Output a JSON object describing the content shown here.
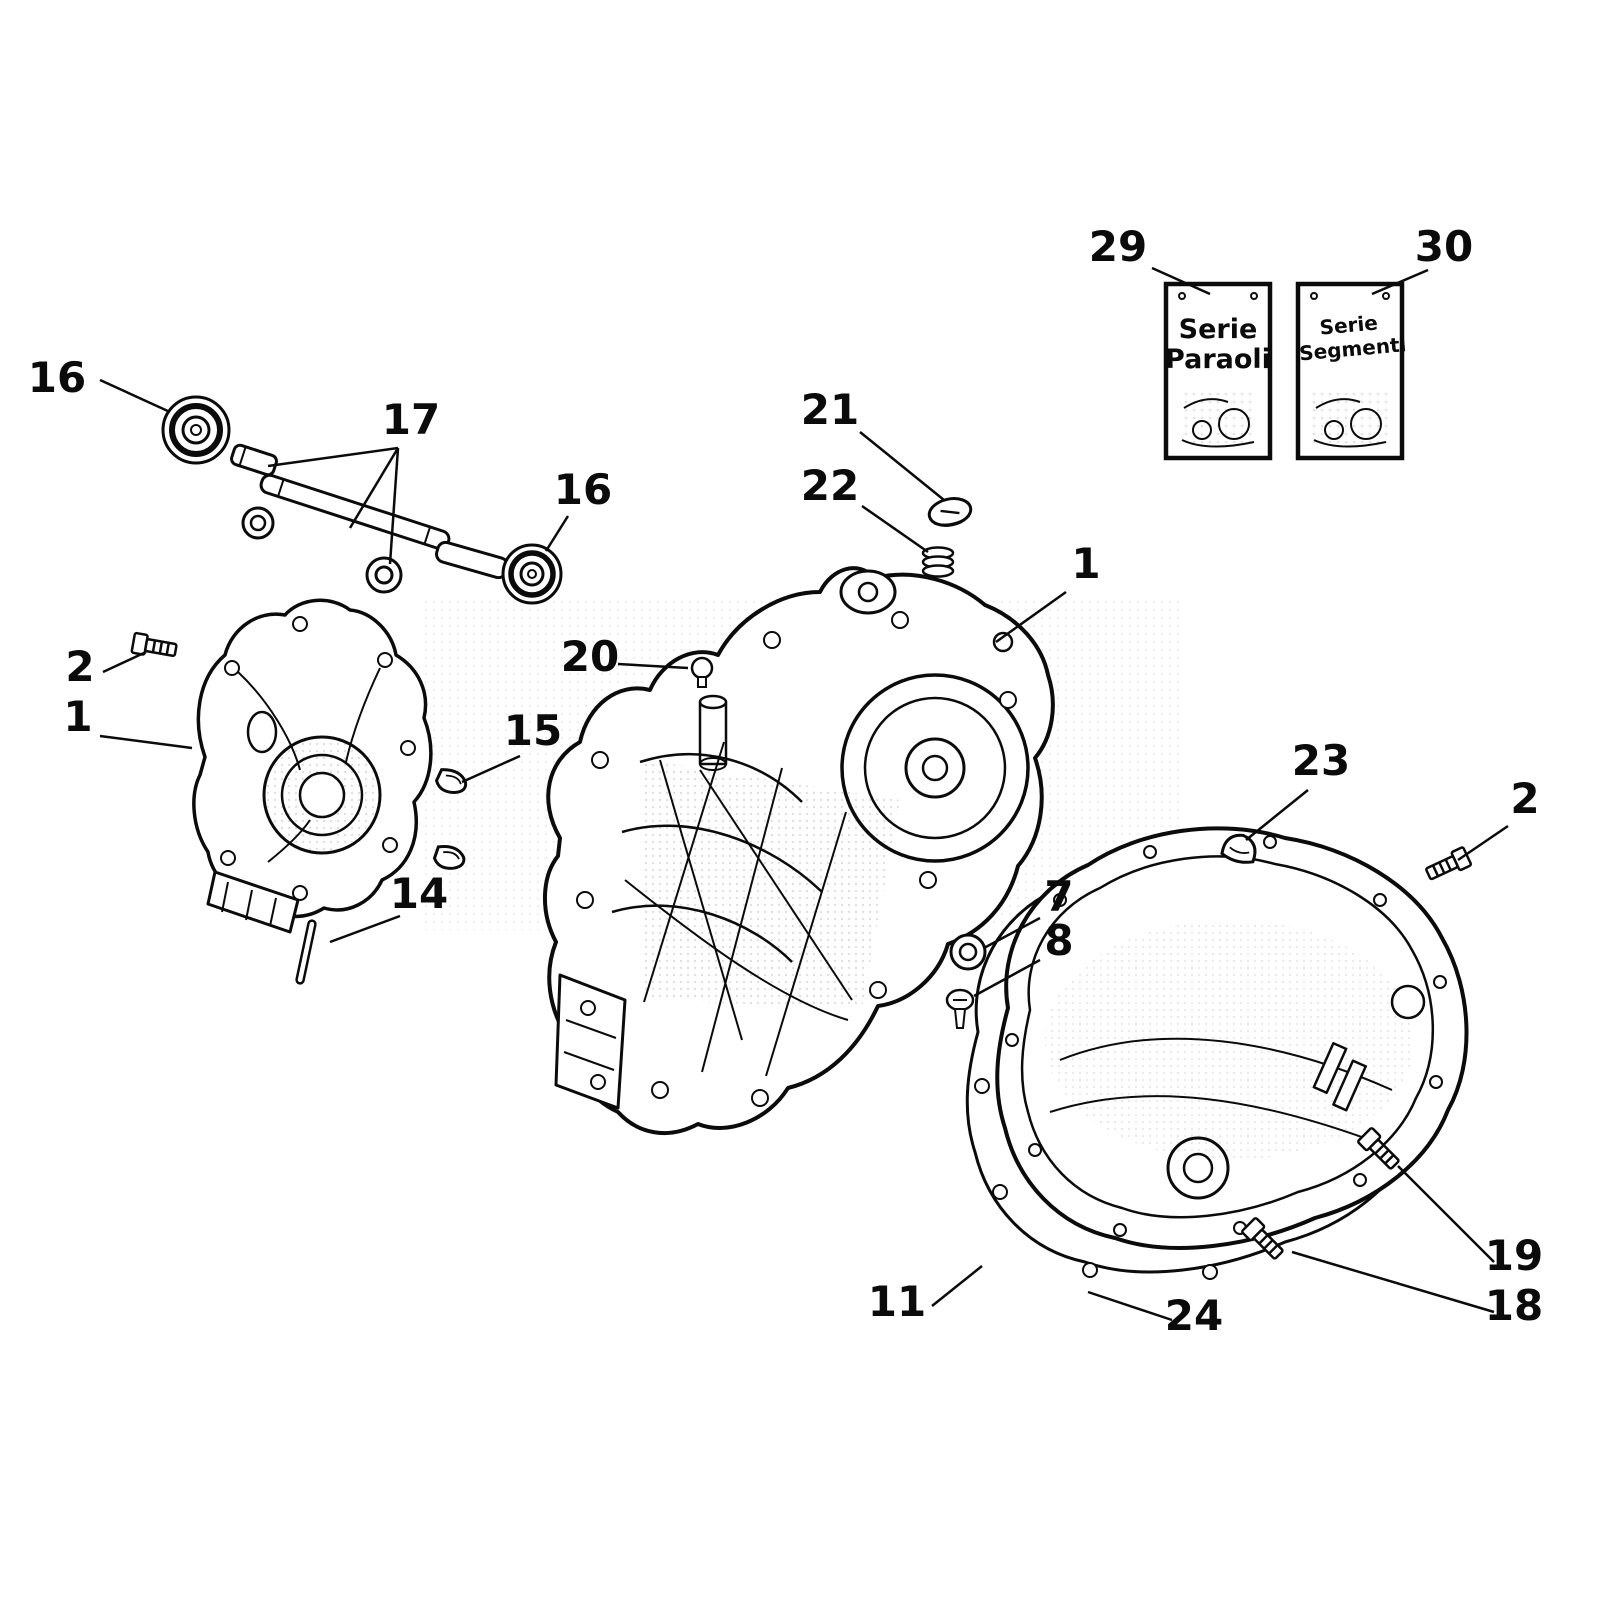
{
  "page": {
    "background": "#ffffff",
    "ink": "#0b0b0b",
    "halftone": "#c9c9c9"
  },
  "diagram": {
    "type": "exploded-parts-diagram",
    "description": "Scooter engine crankcase and transmission cover exploded parts view",
    "callouts": [
      {
        "label": "16",
        "part": "bearing-left"
      },
      {
        "label": "17",
        "part": "shaft-and-spacers"
      },
      {
        "label": "16",
        "part": "bearing-right"
      },
      {
        "label": "2",
        "part": "bolt-left"
      },
      {
        "label": "1",
        "part": "gear-cover-left"
      },
      {
        "label": "20",
        "part": "small-plug"
      },
      {
        "label": "15",
        "part": "rubber-caps"
      },
      {
        "label": "14",
        "part": "dowel-pin"
      },
      {
        "label": "21",
        "part": "oil-filler-plug"
      },
      {
        "label": "22",
        "part": "spring-washer"
      },
      {
        "label": "1",
        "part": "crankcase-half"
      },
      {
        "label": "23",
        "part": "cap"
      },
      {
        "label": "2",
        "part": "bolt-right"
      },
      {
        "label": "7",
        "part": "washer"
      },
      {
        "label": "8",
        "part": "screw"
      },
      {
        "label": "11",
        "part": "cover-gasket"
      },
      {
        "label": "24",
        "part": "transmission-cover"
      },
      {
        "label": "19",
        "part": "bolt-upper"
      },
      {
        "label": "18",
        "part": "bolt-lower"
      },
      {
        "label": "29",
        "part": "oil-seal-kit-pack"
      },
      {
        "label": "30",
        "part": "piston-ring-kit-pack"
      }
    ],
    "packs": [
      {
        "callout": "29",
        "line1": "Serie",
        "line2": "Paraoli"
      },
      {
        "callout": "30",
        "line1": "Serie",
        "line2": "Segmenti"
      }
    ]
  }
}
